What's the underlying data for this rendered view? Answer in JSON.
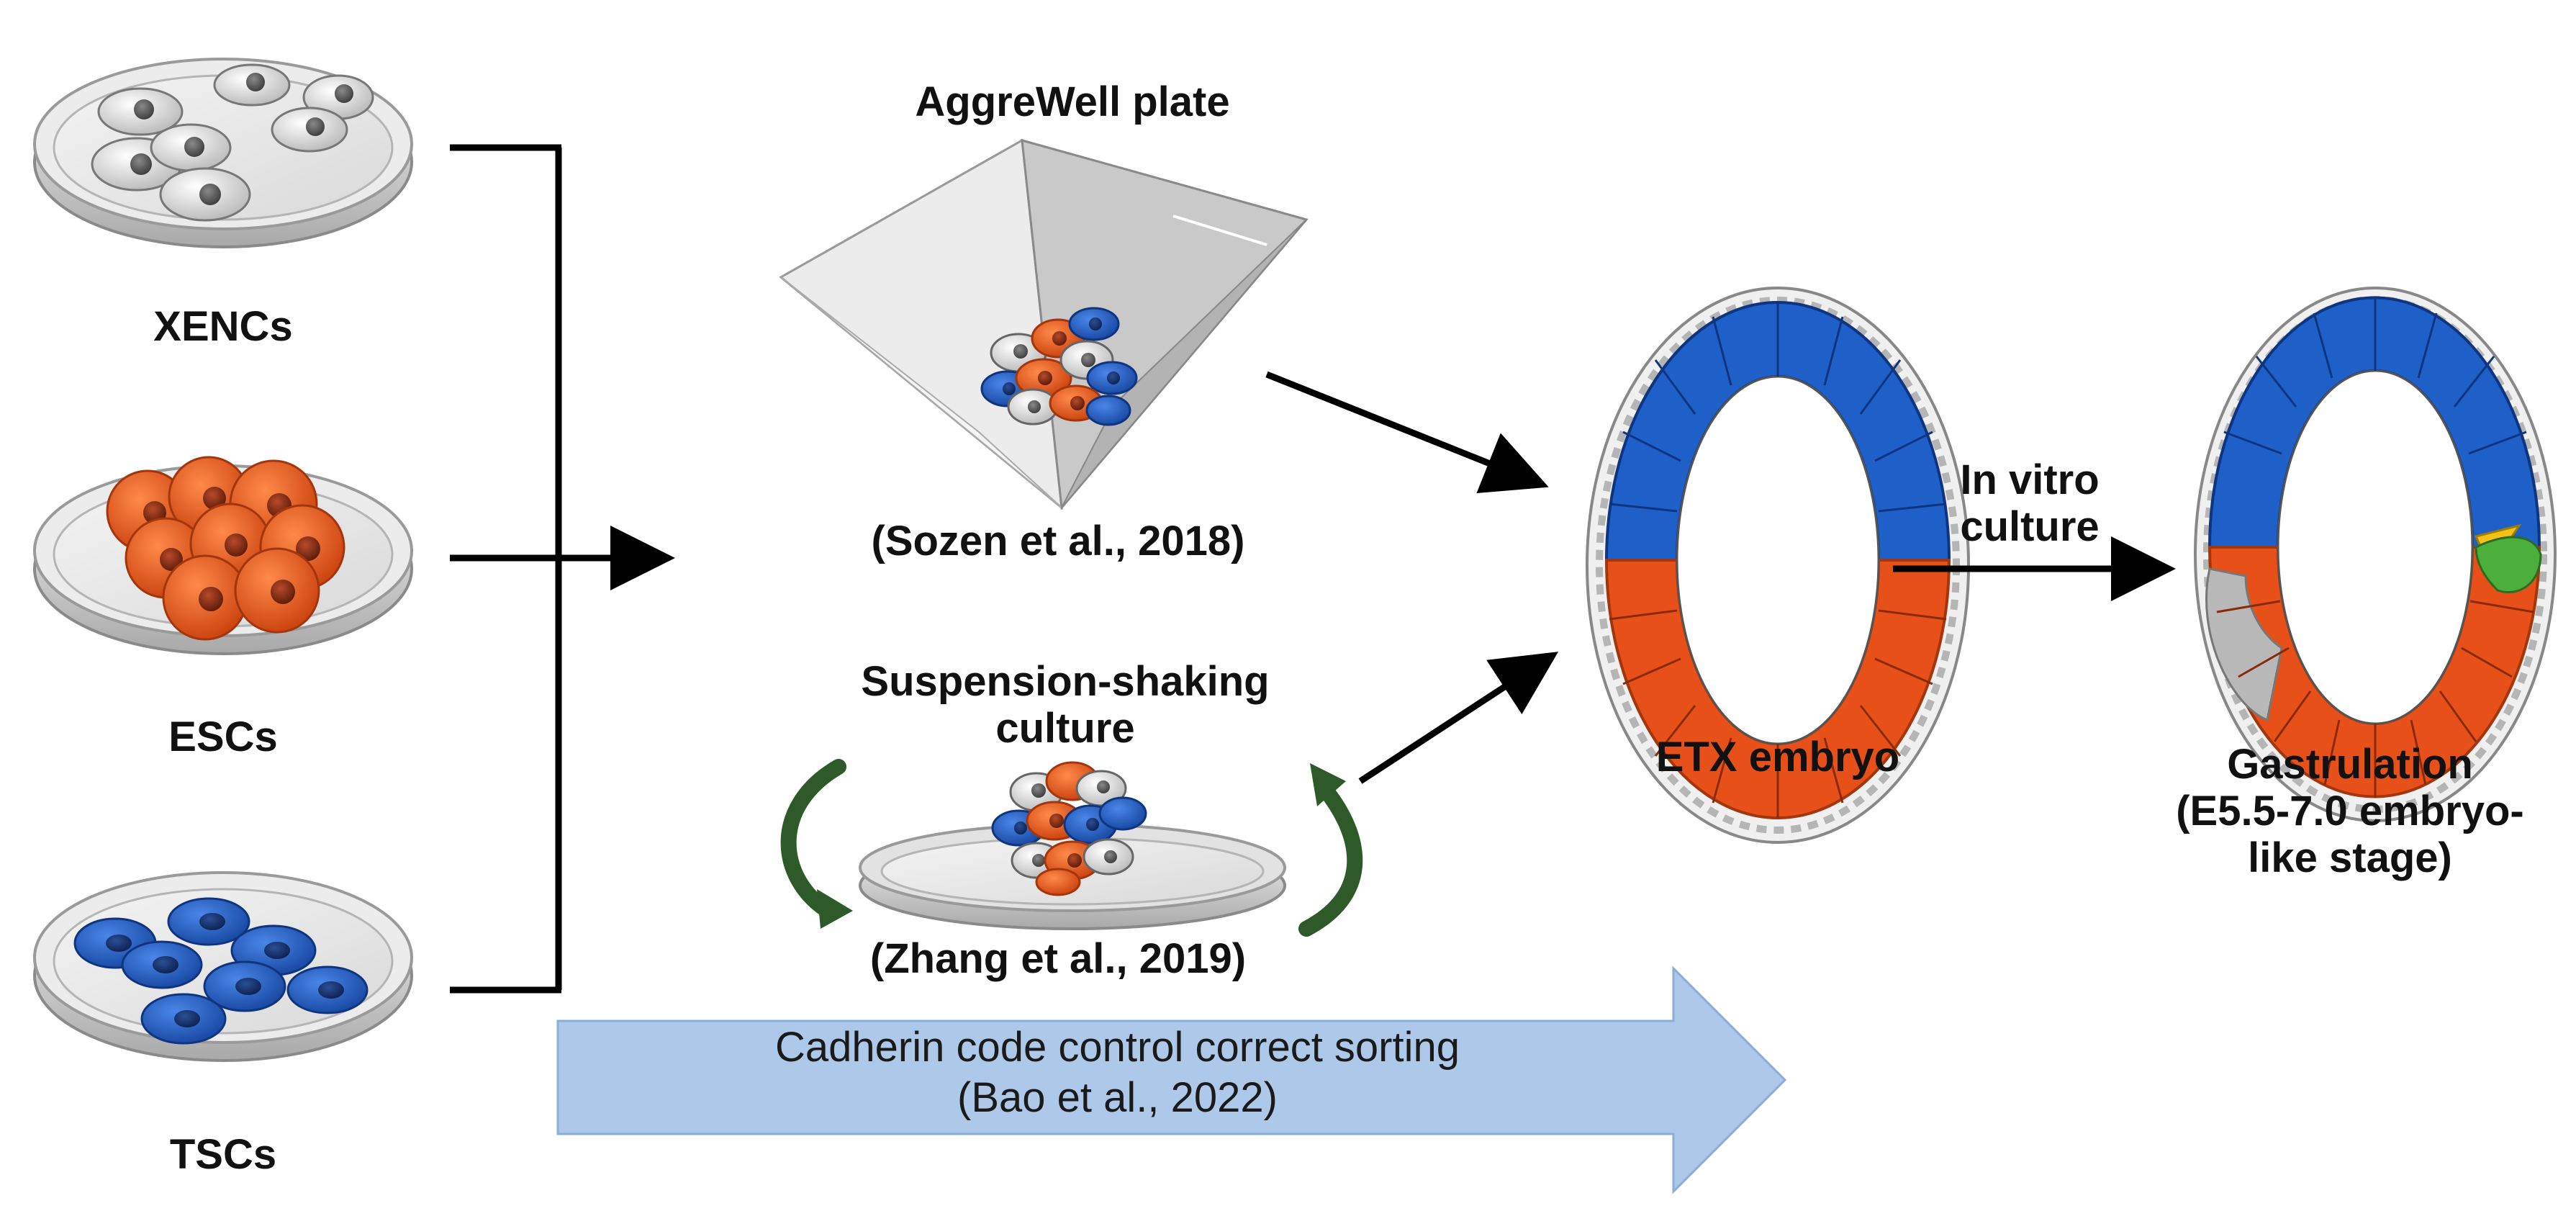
{
  "cell_types": [
    {
      "label": "XENCs",
      "color": "#dcdcdc"
    },
    {
      "label": "ESCs",
      "color": "#e8501a"
    },
    {
      "label": "TSCs",
      "color": "#1f5fc8"
    }
  ],
  "methods": {
    "aggrewell": {
      "title": "AggreWell plate",
      "citation": "(Sozen et al., 2018)"
    },
    "suspension": {
      "title_line1": "Suspension-shaking",
      "title_line2": "culture",
      "citation": "(Zhang et al., 2019)"
    }
  },
  "etx": {
    "label": "ETX embryo"
  },
  "in_vitro": {
    "line1": "In vitro",
    "line2": "culture"
  },
  "gastrulation": {
    "line1": "Gastrulation",
    "line2": "(E5.5-7.0 embryo-",
    "line3": "like stage)"
  },
  "banner": {
    "line1": "Cadherin code control correct sorting",
    "line2": "(Bao et al., 2022)",
    "color": "#aec8ea",
    "border": "#8aaed8"
  },
  "colors": {
    "epiblast_orange": "#e8501a",
    "trophoblast_blue": "#1f5fc8",
    "primitive_endoderm_gray": "#d0d0d0",
    "mesoderm_green": "#4caf3c",
    "node_yellow": "#f2c21b",
    "rotation_arrow": "#2e5a2a"
  }
}
